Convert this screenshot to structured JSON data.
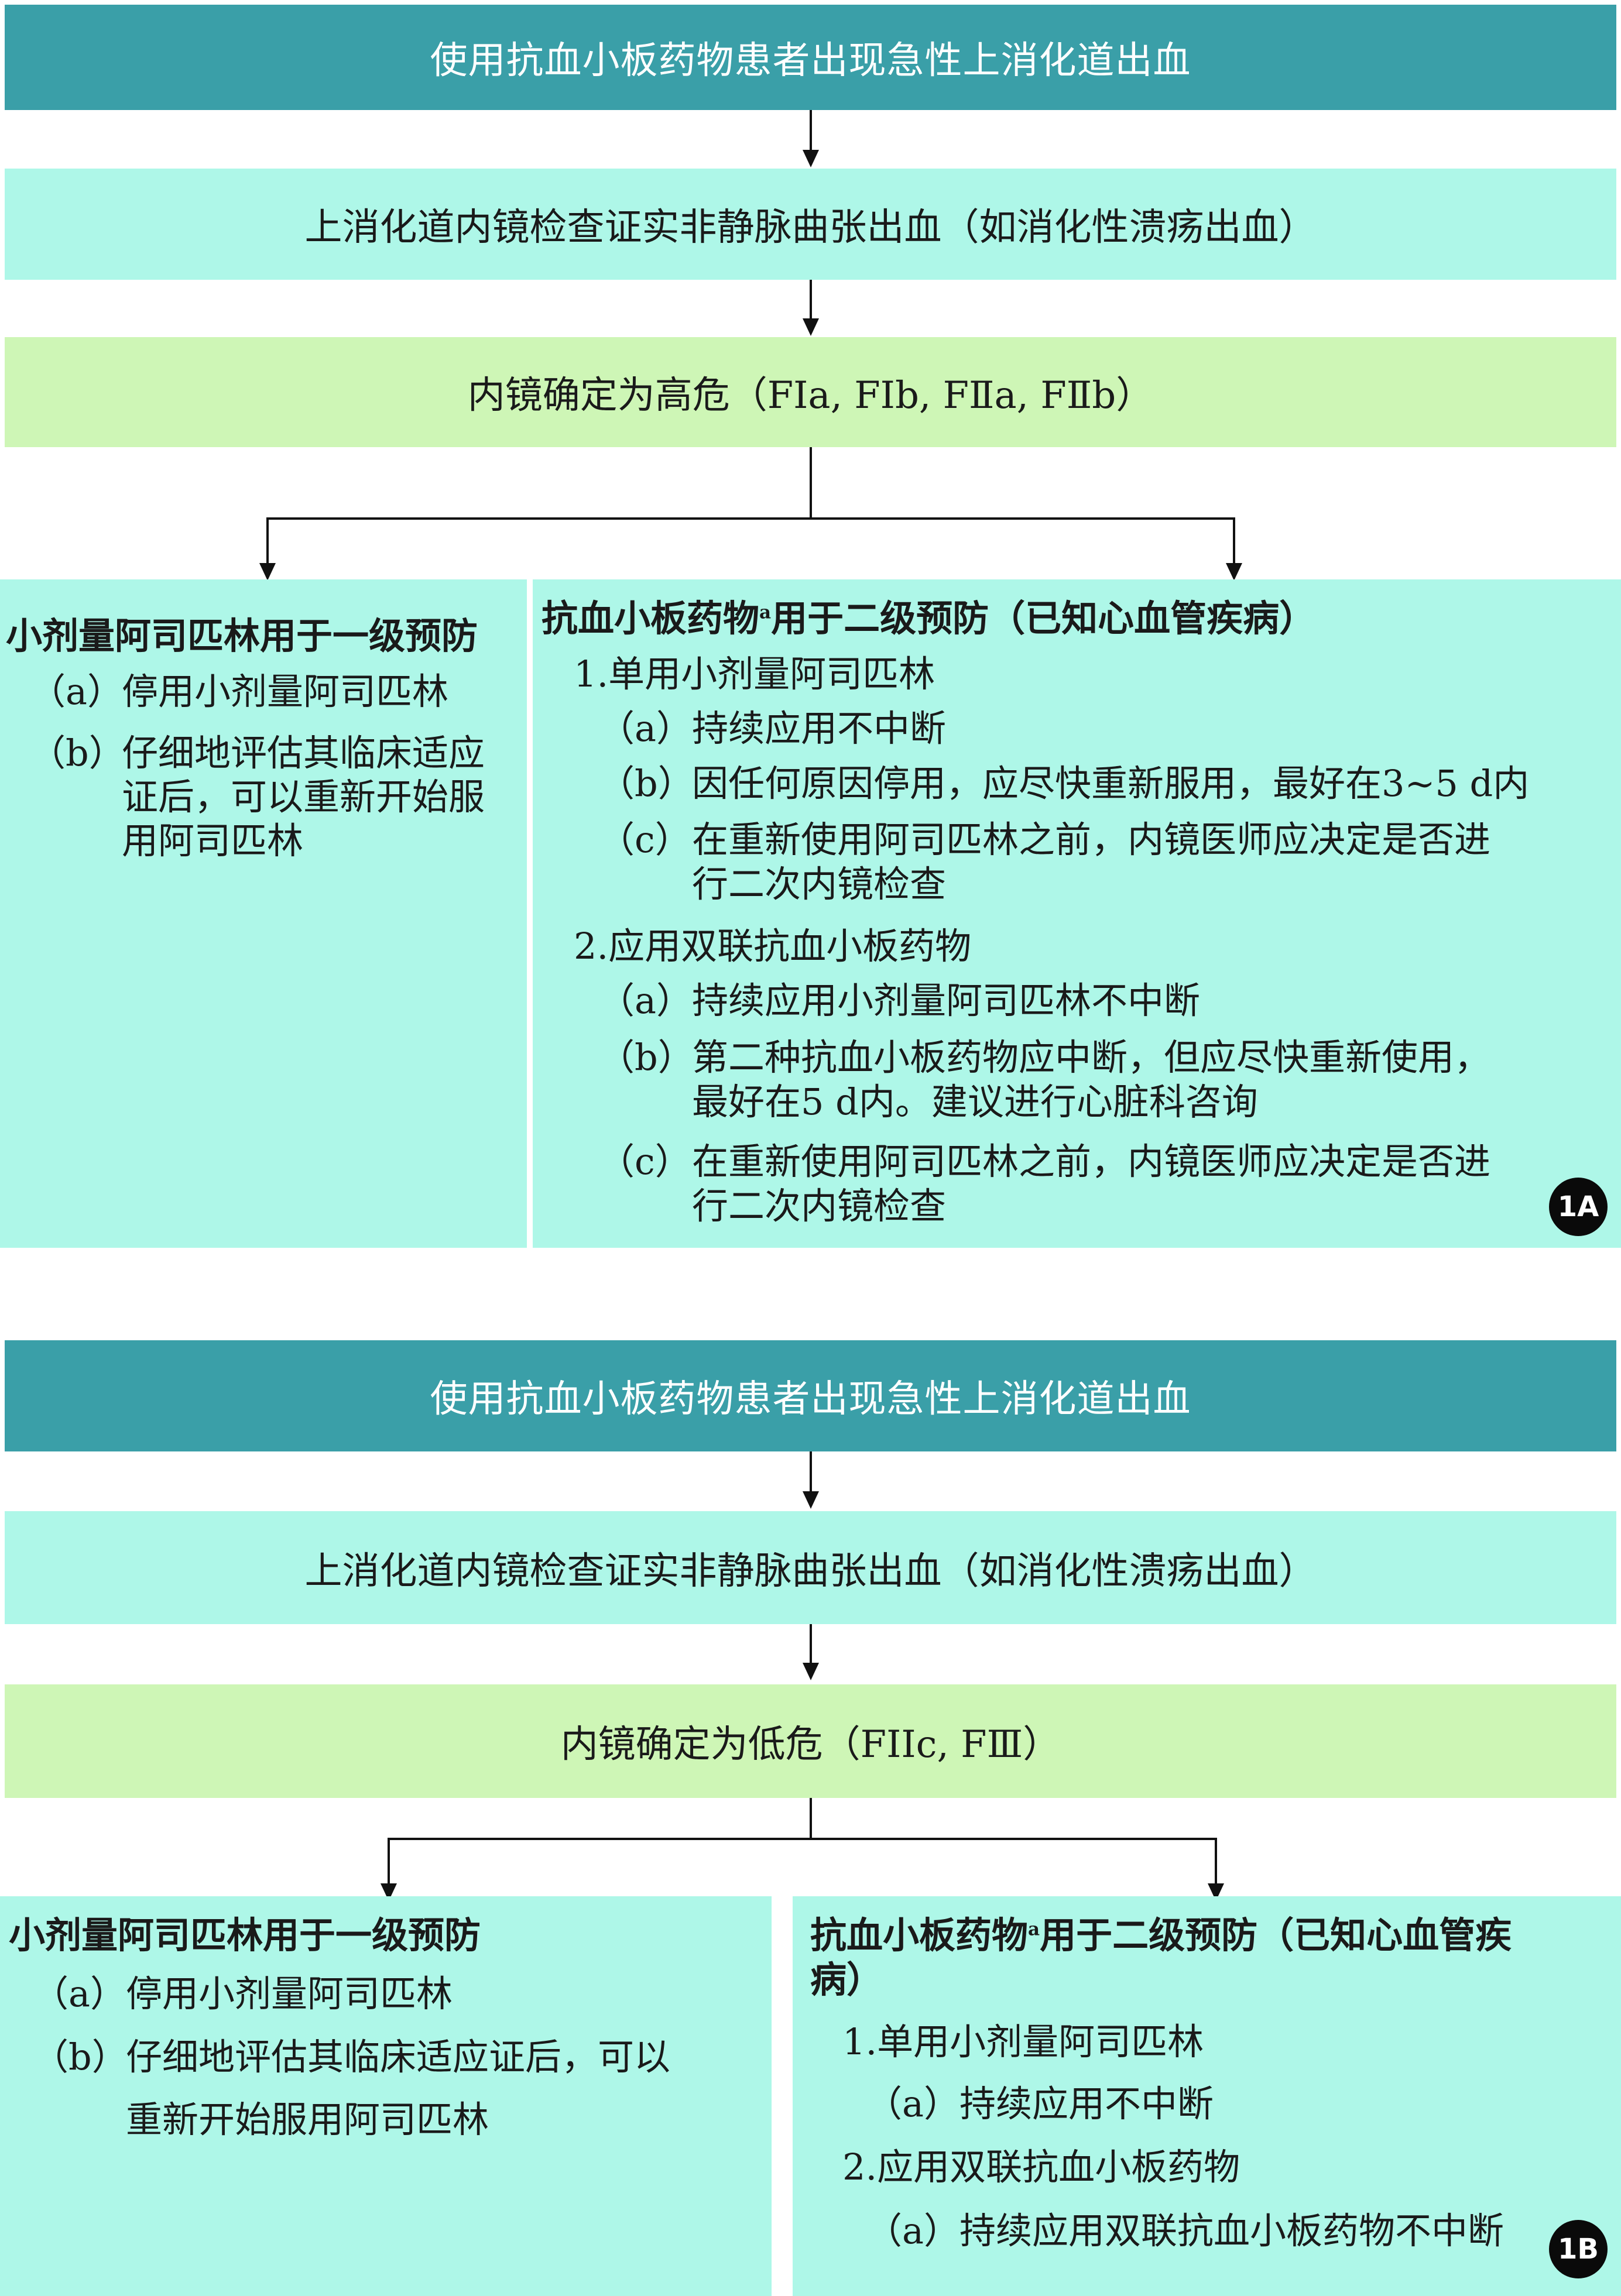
{
  "colors": {
    "banner": "#3a9fa8",
    "confirm": "#aef7e8",
    "risk": "#cef6b6",
    "panel": "#aef7e8"
  },
  "part_a": {
    "title": "使用抗血小板药物患者出现急性上消化道出血",
    "confirm": "上消化道内镜检查证实非静脉曲张出血（如消化性溃疡出血）",
    "risk": "内镜确定为高危（FⅠa, FⅠb, FⅡa, FⅡb）",
    "left": {
      "title": "小剂量阿司匹林用于一级预防",
      "a_mark": "（a）",
      "a_text": "停用小剂量阿司匹林",
      "b_mark": "（b）",
      "b_line1": "仔细地评估其临床适应",
      "b_line2": "证后，可以重新开始服",
      "b_line3": "用阿司匹林"
    },
    "right": {
      "title_pre": "抗血小板药物",
      "sup": "a",
      "title_post": "用于二级预防（已知心血管疾病）",
      "s1": "1.单用小剂量阿司匹林",
      "s1a_mark": "（a）",
      "s1a": "持续应用不中断",
      "s1b_mark": "（b）",
      "s1b": "因任何原因停用，应尽快重新服用，最好在3~5 d内",
      "s1c_mark": "（c）",
      "s1c_1": "在重新使用阿司匹林之前，内镜医师应决定是否进",
      "s1c_2": "行二次内镜检查",
      "s2": "2.应用双联抗血小板药物",
      "s2a_mark": "（a）",
      "s2a": "持续应用小剂量阿司匹林不中断",
      "s2b_mark": "（b）",
      "s2b_1": "第二种抗血小板药物应中断，但应尽快重新使用，",
      "s2b_2": "最好在5 d内。建议进行心脏科咨询",
      "s2c_mark": "（c）",
      "s2c_1": "在重新使用阿司匹林之前，内镜医师应决定是否进",
      "s2c_2": "行二次内镜检查"
    },
    "badge": "1A"
  },
  "part_b": {
    "title": "使用抗血小板药物患者出现急性上消化道出血",
    "confirm": "上消化道内镜检查证实非静脉曲张出血（如消化性溃疡出血）",
    "risk": "内镜确定为低危（FIIc, FⅢ）",
    "left": {
      "title": "小剂量阿司匹林用于一级预防",
      "a_mark": "（a）",
      "a_text": "停用小剂量阿司匹林",
      "b_mark": "（b）",
      "b_line1": "仔细地评估其临床适应证后，可以",
      "b_line2": "重新开始服用阿司匹林"
    },
    "right": {
      "title_pre": "抗血小板药物",
      "sup": "a",
      "title_post": "用于二级预防（已知心血管疾",
      "title_line2": "病）",
      "s1": "1.单用小剂量阿司匹林",
      "s1a_mark": "（a）",
      "s1a": "持续应用不中断",
      "s2": "2.应用双联抗血小板药物",
      "s2a_mark": "（a）",
      "s2a": "持续应用双联抗血小板药物不中断"
    },
    "badge": "1B"
  }
}
